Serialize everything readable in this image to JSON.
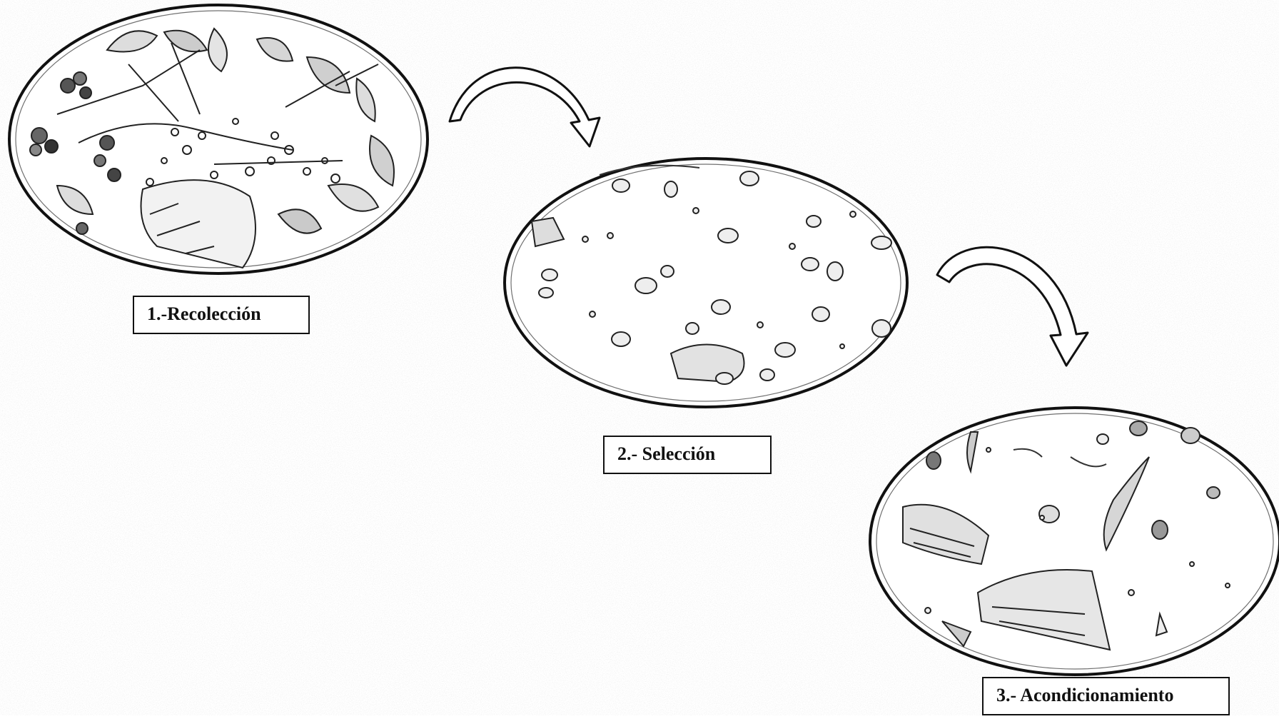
{
  "steps": [
    {
      "label": "1.-Recolección",
      "depicts": "collected plant material"
    },
    {
      "label": "2.- Selección",
      "depicts": "selected pieces"
    },
    {
      "label": "3.- Acondicionamiento",
      "depicts": "conditioned pieces"
    }
  ],
  "colors": {
    "background": "#ffffff",
    "ink": "#111111"
  }
}
